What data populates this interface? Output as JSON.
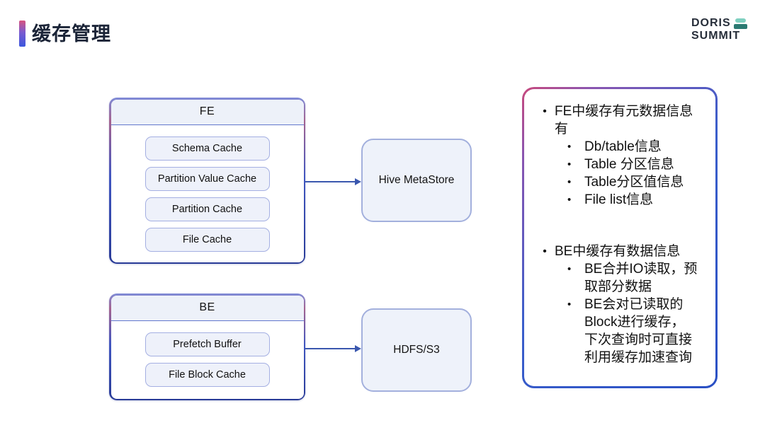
{
  "header": {
    "title": "缓存管理",
    "logo": {
      "line1": "DORIS",
      "line2": "SUMMIT",
      "icon": "stacked-layers-icon"
    }
  },
  "diagram": {
    "fe": {
      "title": "FE",
      "items": [
        "Schema Cache",
        "Partition Value Cache",
        "Partition Cache",
        "File Cache"
      ]
    },
    "be": {
      "title": "BE",
      "items": [
        "Prefetch Buffer",
        "File Block Cache"
      ]
    },
    "hive": {
      "label": "Hive MetaStore"
    },
    "hdfs": {
      "label": "HDFS/S3"
    }
  },
  "notes": {
    "bullet": "•",
    "groups": [
      {
        "text": "FE中缓存有元数据信息有",
        "sub": [
          "Db/table信息",
          "Table 分区信息",
          "Table分区值信息",
          "File list信息"
        ]
      },
      {
        "text": "BE中缓存有数据信息",
        "sub": [
          "BE合并IO读取，预取部分数据",
          "BE会对已读取的Block进行缓存，下次查询时可直接利用缓存加速查询"
        ]
      }
    ]
  },
  "colors": {
    "accent_pink": "#d8537f",
    "accent_blue": "#3b57dd",
    "node_border_blue": "#4056c0",
    "node_border_navy": "#293b97",
    "node_header_fill": "#edf1f9",
    "item_fill": "#eef1fa",
    "item_border": "#a4afe2",
    "external_fill": "#eef2fa",
    "external_border": "#a3b0dd",
    "arrow": "#3a57ae",
    "panel_border_pink": "#c9497c",
    "panel_border_blue": "#2a50c4",
    "logo_teal_light": "#7fd0c0",
    "logo_teal_dark": "#2b7a72"
  }
}
